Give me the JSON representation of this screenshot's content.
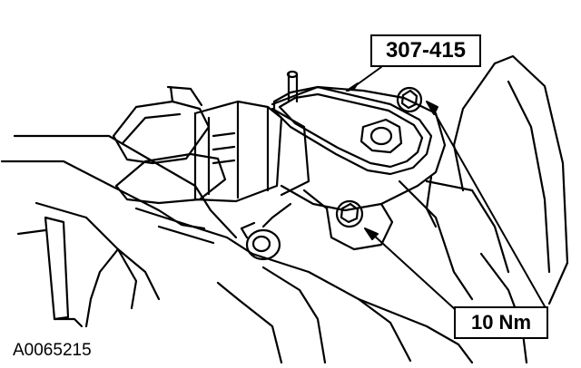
{
  "callouts": {
    "tool": "307-415",
    "torque": "10 Nm"
  },
  "figure_id": "A0065215",
  "colors": {
    "line": "#000000",
    "background": "#ffffff"
  }
}
